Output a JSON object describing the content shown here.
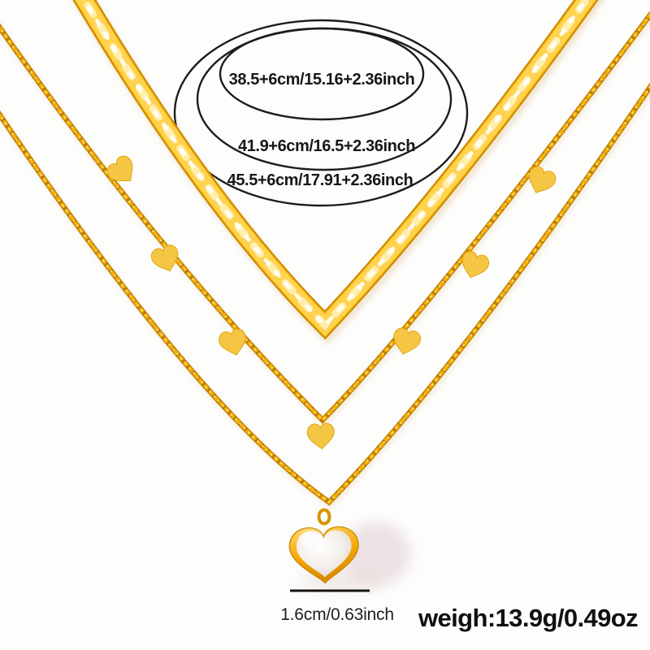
{
  "annotations": {
    "size_rings": [
      {
        "label": "38.5+6cm/15.16+2.36inch"
      },
      {
        "label": "41.9+6cm/16.5+2.36inch"
      },
      {
        "label": "45.5+6cm/17.91+2.36inch"
      }
    ],
    "pendant_scale_label": "1.6cm/0.63inch",
    "weight_label": "weigh:13.9g/0.49oz"
  },
  "colors": {
    "background": "#FDFDFC",
    "ring_stroke": "#1C1C1C",
    "text_ink": "#151515",
    "chain_gold": "#F7B303",
    "chain_gold_deep": "#CE8A00",
    "chain_gold_light": "#FFE193",
    "charm_gold": "#F5C544",
    "pendant_rim_gold": "#F4A802",
    "pendant_pearl": "#F4EFE9",
    "shadow_rose": "#E0CCD2"
  },
  "figure": {
    "description_hidden": false,
    "necklace_layers": 3,
    "heart_charm_count": 7
  }
}
